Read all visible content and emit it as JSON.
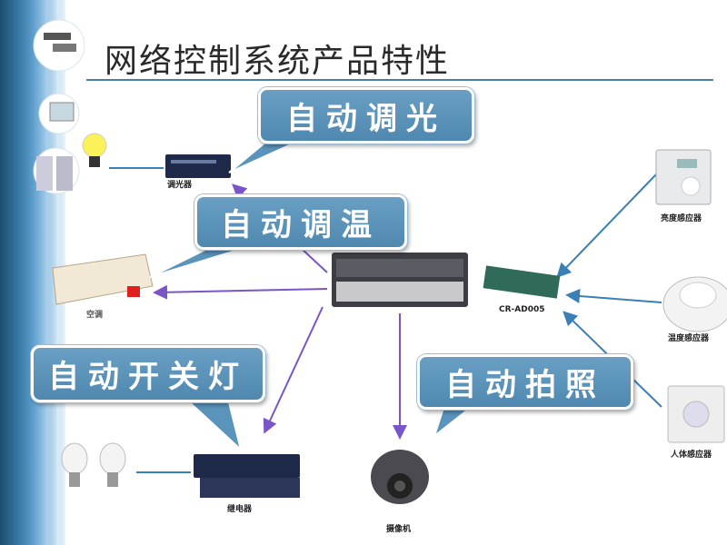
{
  "title": "网络控制系统产品特性",
  "callouts": {
    "dimming": "自动调光",
    "temperature": "自动调温",
    "lights": "自动开关灯",
    "photo": "自动拍照"
  },
  "devices": {
    "dimmer": "调光器",
    "air_conditioner": "空调",
    "relay": "继电器",
    "camera": "摄像机",
    "module": "CR-AD005",
    "brightness_sensor": "亮度感应器",
    "temperature_sensor": "温度感应器",
    "body_sensor": "人体感应器"
  },
  "colors": {
    "bubble": "#5a93bb",
    "control_arrow": "#7a55c8",
    "sensor_arrow": "#3a7fb5"
  }
}
